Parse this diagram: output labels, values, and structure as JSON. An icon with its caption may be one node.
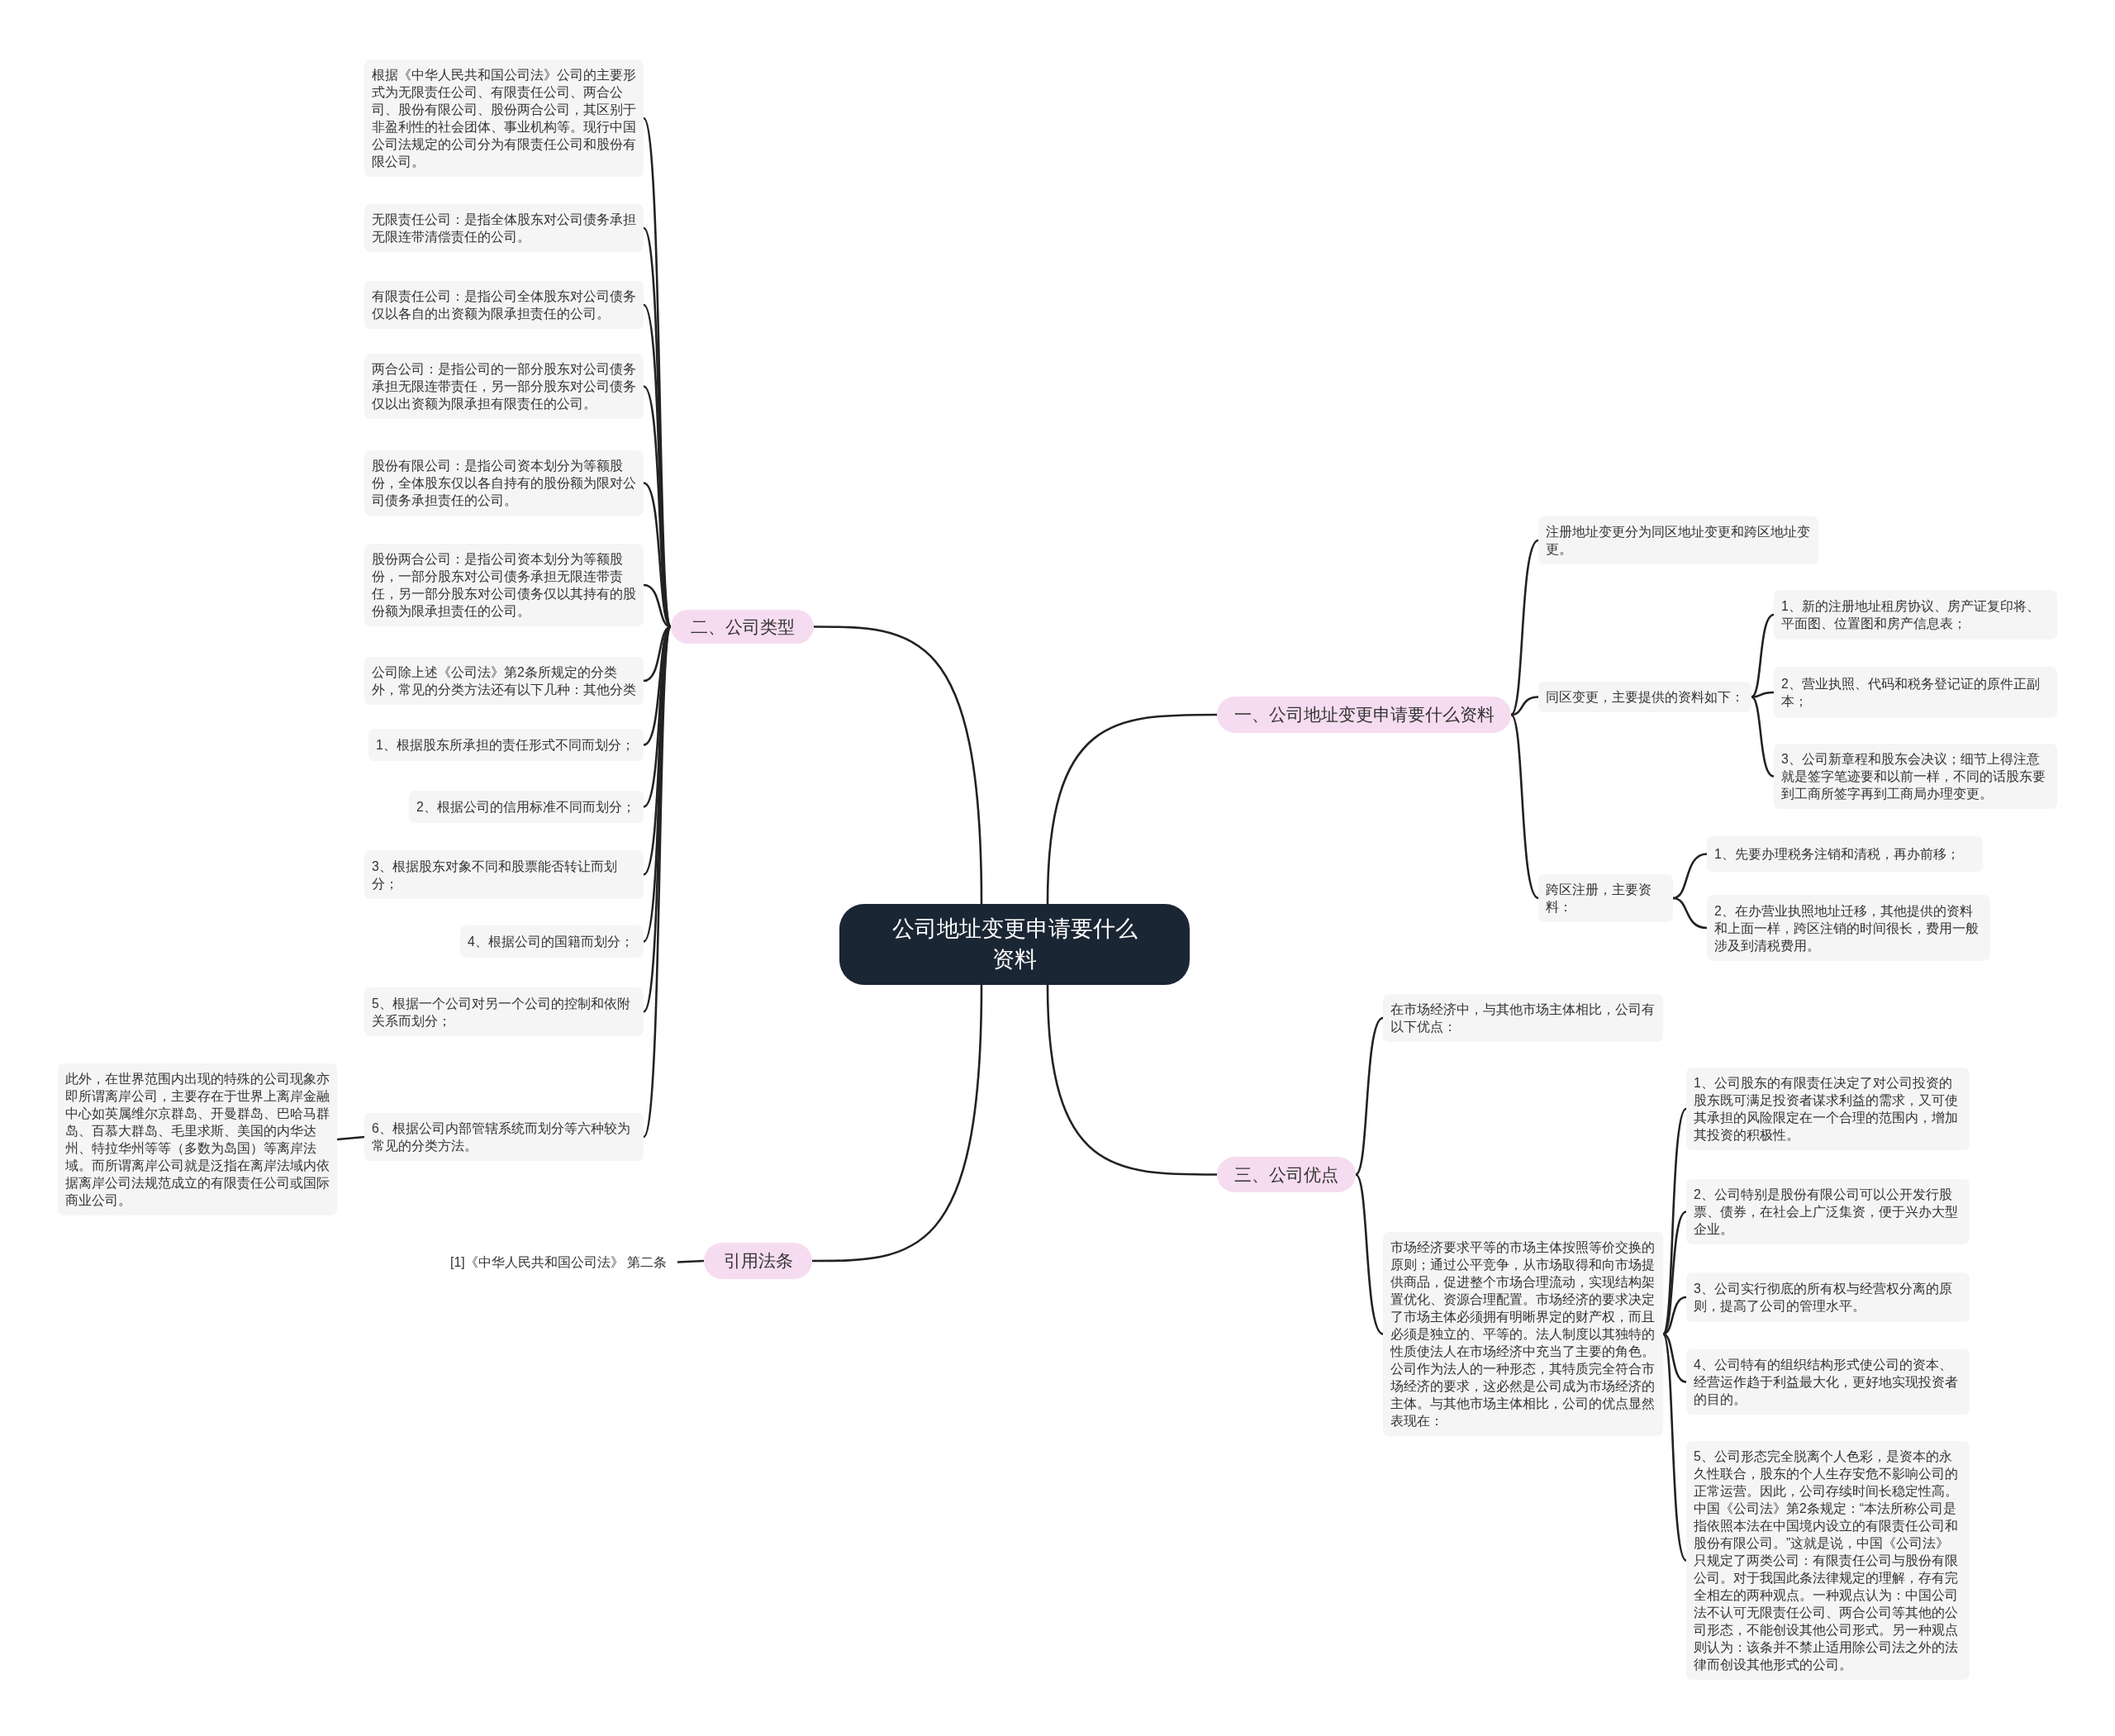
{
  "diagram": {
    "nodes": [
      {
        "text": [
          "公司地址变更申请要什么资料"
        ]
      },
      {
        "text": [
          "二、公司类型"
        ]
      },
      {
        "text": [
          "根据《中华人民共和国公司法》公司的主要形式为无限责任公司、有限责任公司、两合公司、股份有限公司、股份两合公司，其区别于非盈利性的社会团体、事业机构等。现行中国公司法规定的公司分为有限责任公司和股份有限公司。"
        ]
      },
      {
        "text": [
          "无限责任公司：是指全体股东对公司债务承担无限连带清偿责任的公司。"
        ]
      },
      {
        "text": [
          "有限责任公司：是指公司全体股东对公司债务仅以各自的出资额为限承担责任的公司。"
        ]
      },
      {
        "text": [
          "两合公司：是指公司的一部分股东对公司债务承担无限连带责任，另一部分股东对公司债务仅以出资额为限承担有限责任的公司。"
        ]
      },
      {
        "text": [
          "股份有限公司：是指公司资本划分为等额股份，全体股东仅以各自持有的股份额为限对公司债务承担责任的公司。"
        ]
      },
      {
        "text": [
          "股份两合公司：是指公司资本划分为等额股份，一部分股东对公司债务承担无限连带责任，另一部分股东对公司债务仅以其持有的股份额为限承担责任的公司。"
        ]
      },
      {
        "text": [
          "公司除上述《公司法》第2条所规定的分类外，常见的分类方法还有以下几种：其他分类"
        ]
      },
      {
        "text": [
          "1、根据股东所承担的责任形式不同而划分；"
        ]
      },
      {
        "text": [
          "2、根据公司的信用标准不同而划分；"
        ]
      },
      {
        "text": [
          "3、根据股东对象不同和股票能否转让而划分；"
        ]
      },
      {
        "text": [
          "4、根据公司的国籍而划分；"
        ]
      },
      {
        "text": [
          "5、根据一个公司对另一个公司的控制和依附关系而划分；"
        ]
      },
      {
        "text": [
          "6、根据公司内部管辖系统而划分等六种较为常见的分类方法。"
        ]
      },
      {
        "text": [
          "此外，在世界范围内出现的特殊的公司现象亦即所谓离岸公司，主要存在于世界上离岸金融中心如英属维尔京群岛、开曼群岛、巴哈马群岛、百慕大群岛、毛里求斯、美国的内华达州、特拉华州等等（多数为岛国）等离岸法域。而所谓离岸公司就是泛指在离岸法域内依据离岸公司法规范成立的有限责任公司或国际商业公司。"
        ]
      },
      {
        "text": [
          "一、公司地址变更申请要什么资料"
        ]
      },
      {
        "text": [
          "注册地址变更分为同区地址变更和跨区地址变更。"
        ]
      },
      {
        "text": [
          "同区变更，主要提供的资料如下："
        ]
      },
      {
        "text": [
          "1、新的注册地址租房协议、房产证复印将、平面图、位置图和房产信息表；"
        ]
      },
      {
        "text": [
          "2、营业执照、代码和税务登记证的原件正副本；"
        ]
      },
      {
        "text": [
          "3、公司新章程和股东会决议；细节上得注意就是签字笔迹要和以前一样，不同的话股东要到工商所签字再到工商局办理变更。"
        ]
      },
      {
        "text": [
          "跨区注册，主要资料："
        ]
      },
      {
        "text": [
          "1、先要办理税务注销和清税，再办前移；"
        ]
      },
      {
        "text": [
          "2、在办营业执照地址迁移，其他提供的资料和上面一样，跨区注销的时间很长，费用一般涉及到清税费用。"
        ]
      },
      {
        "text": [
          "三、公司优点"
        ]
      },
      {
        "text": [
          "在市场经济中，与其他市场主体相比，公司有以下优点："
        ]
      },
      {
        "text": [
          "市场经济要求平等的市场主体按照等价交换的原则；通过公平竞争，从市场取得和向市场提供商品，促进整个市场合理流动，实现结构架置优化、资源合理配置。市场经济的要求决定了市场主体必须拥有明晰界定的财产权，而且必须是独立的、平等的。法人制度以其独特的性质使法人在市场经济中充当了主要的角色。公司作为法人的一种形态，其特质完全符合市场经济的要求，这必然是公司成为市场经济的主体。与其他市场主体相比，公司的优点显然表现在："
        ]
      },
      {
        "text": [
          "1、公司股东的有限责任决定了对公司投资的股东既可满足投资者谋求利益的需求，又可使其承担的风险限定在一个合理的范围内，增加其投资的积极性。"
        ]
      },
      {
        "text": [
          "2、公司特别是股份有限公司可以公开发行股票、债券，在社会上广泛集资，便于兴办大型企业。"
        ]
      },
      {
        "text": [
          "3、公司实行彻底的所有权与经营权分离的原则，提高了公司的管理水平。"
        ]
      },
      {
        "text": [
          "4、公司特有的组织结构形式使公司的资本、经营运作趋于利益最大化，更好地实现投资者的目的。"
        ]
      },
      {
        "text": [
          "5、公司形态完全脱离个人色彩，是资本的永久性联合，股东的个人生存安危不影响公司的正常运营。因此，公司存续时间长稳定性高。中国《公司法》第2条规定：“本法所称公司是指依照本法在中国境内设立的有限责任公司和股份有限公司。”这就是说，中国《公司法》只规定了两类公司：有限责任公司与股份有限公司。对于我国此条法律规定的理解，存有完全相左的两种观点。一种观点认为：中国公司法不认可无限责任公司、两合公司等其他的公司形态，不能创设其他公司形式。另一种观点则认为：该条并不禁止适用除公司法之外的法律而创设其他形式的公司。"
        ]
      },
      {
        "text": [
          "引用法条"
        ]
      },
      {
        "text": [
          "[1]《中华人民共和国公司法》 第二条"
        ]
      }
    ],
    "edges": [
      {
        "from": 0,
        "to": 1,
        "arrow": "none"
      },
      {
        "from": 1,
        "to": 2,
        "arrow": "none"
      },
      {
        "from": 1,
        "to": 3,
        "arrow": "none"
      },
      {
        "from": 1,
        "to": 4,
        "arrow": "none"
      },
      {
        "from": 1,
        "to": 5,
        "arrow": "none"
      },
      {
        "from": 1,
        "to": 6,
        "arrow": "none"
      },
      {
        "from": 1,
        "to": 7,
        "arrow": "none"
      },
      {
        "from": 1,
        "to": 8,
        "arrow": "none"
      },
      {
        "from": 1,
        "to": 9,
        "arrow": "none"
      },
      {
        "from": 1,
        "to": 10,
        "arrow": "none"
      },
      {
        "from": 1,
        "to": 11,
        "arrow": "none"
      },
      {
        "from": 1,
        "to": 12,
        "arrow": "none"
      },
      {
        "from": 1,
        "to": 13,
        "arrow": "none"
      },
      {
        "from": 1,
        "to": 14,
        "arrow": "none"
      },
      {
        "from": 14,
        "to": 15,
        "arrow": "none"
      },
      {
        "from": 0,
        "to": 16,
        "arrow": "none"
      },
      {
        "from": 16,
        "to": 17,
        "arrow": "none"
      },
      {
        "from": 16,
        "to": 18,
        "arrow": "none"
      },
      {
        "from": 18,
        "to": 19,
        "arrow": "none"
      },
      {
        "from": 18,
        "to": 20,
        "arrow": "none"
      },
      {
        "from": 18,
        "to": 21,
        "arrow": "none"
      },
      {
        "from": 16,
        "to": 22,
        "arrow": "none"
      },
      {
        "from": 22,
        "to": 23,
        "arrow": "none"
      },
      {
        "from": 22,
        "to": 24,
        "arrow": "none"
      },
      {
        "from": 0,
        "to": 25,
        "arrow": "none"
      },
      {
        "from": 25,
        "to": 26,
        "arrow": "none"
      },
      {
        "from": 25,
        "to": 27,
        "arrow": "none"
      },
      {
        "from": 27,
        "to": 28,
        "arrow": "none"
      },
      {
        "from": 27,
        "to": 29,
        "arrow": "none"
      },
      {
        "from": 27,
        "to": 30,
        "arrow": "none"
      },
      {
        "from": 27,
        "to": 31,
        "arrow": "none"
      },
      {
        "from": 27,
        "to": 32,
        "arrow": "none"
      },
      {
        "from": 0,
        "to": 33,
        "arrow": "none"
      },
      {
        "from": 33,
        "to": 34,
        "arrow": "none"
      }
    ]
  }
}
